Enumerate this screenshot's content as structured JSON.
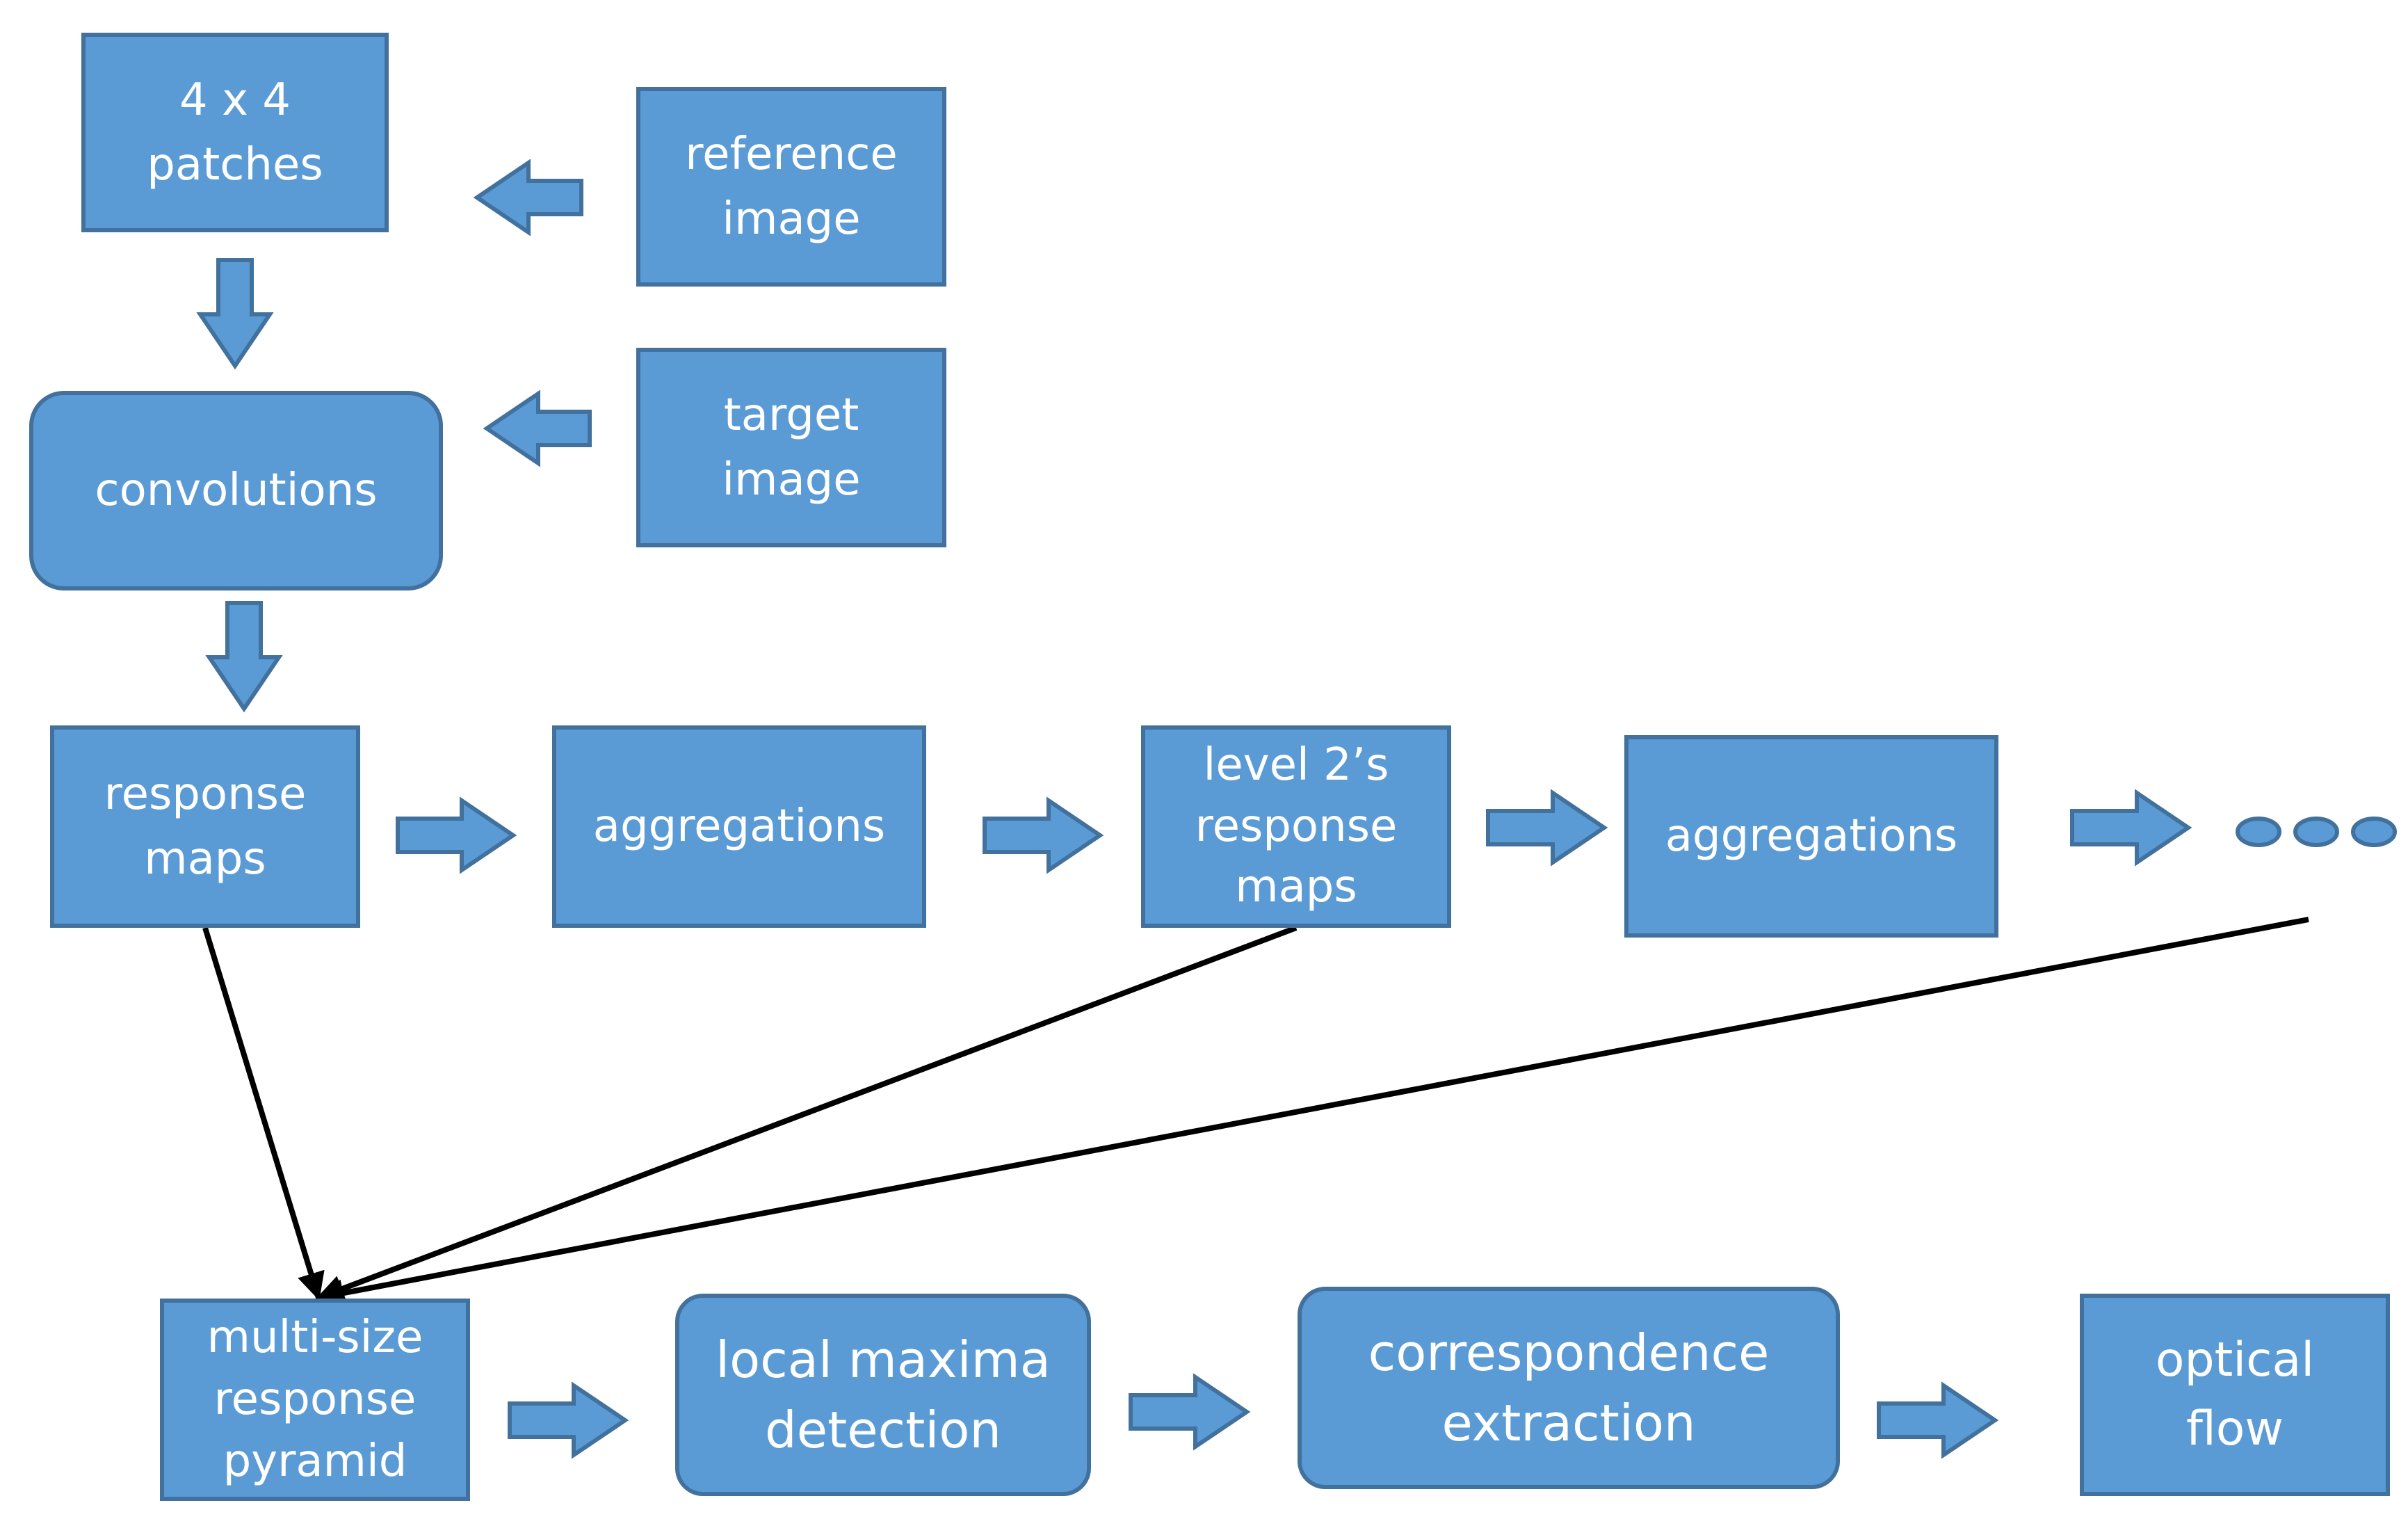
{
  "diagram": {
    "colors": {
      "box_fill": "#5b9bd5",
      "box_border": "#41719c",
      "box_text": "#ffffff",
      "connector": "#000000"
    },
    "nodes": {
      "patches": "4 x 4\npatches",
      "reference_image": "reference\nimage",
      "target_image": "target\nimage",
      "convolutions": "convolutions",
      "response_maps": "response\nmaps",
      "aggregations_1": "aggregations",
      "level2_response_maps": "level 2’s\nresponse\nmaps",
      "aggregations_2": "aggregations",
      "multi_size_pyramid": "multi-size\nresponse\npyramid",
      "local_maxima": "local maxima\ndetection",
      "correspondence": "correspondence\nextraction",
      "optical_flow": "optical\nflow"
    },
    "continuation_icon": "ellipsis-icon",
    "edges": [
      {
        "from": "reference_image",
        "to": "patches",
        "style": "block-arrow"
      },
      {
        "from": "target_image",
        "to": "convolutions",
        "style": "block-arrow"
      },
      {
        "from": "patches",
        "to": "convolutions",
        "style": "block-arrow"
      },
      {
        "from": "convolutions",
        "to": "response_maps",
        "style": "block-arrow"
      },
      {
        "from": "response_maps",
        "to": "aggregations_1",
        "style": "block-arrow"
      },
      {
        "from": "aggregations_1",
        "to": "level2_response_maps",
        "style": "block-arrow"
      },
      {
        "from": "level2_response_maps",
        "to": "aggregations_2",
        "style": "block-arrow"
      },
      {
        "from": "aggregations_2",
        "to": "continuation",
        "style": "block-arrow"
      },
      {
        "from": "response_maps",
        "to": "multi_size_pyramid",
        "style": "line-arrow"
      },
      {
        "from": "level2_response_maps",
        "to": "multi_size_pyramid",
        "style": "line-arrow"
      },
      {
        "from": "continuation",
        "to": "multi_size_pyramid",
        "style": "line-arrow"
      },
      {
        "from": "multi_size_pyramid",
        "to": "local_maxima",
        "style": "block-arrow"
      },
      {
        "from": "local_maxima",
        "to": "correspondence",
        "style": "block-arrow"
      },
      {
        "from": "correspondence",
        "to": "optical_flow",
        "style": "block-arrow"
      }
    ]
  }
}
